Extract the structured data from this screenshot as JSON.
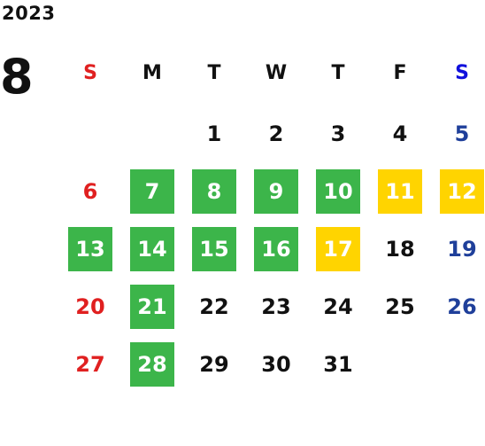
{
  "calendar": {
    "year": "2023",
    "month": "8",
    "weekdays": [
      "S",
      "M",
      "T",
      "W",
      "T",
      "F",
      "S"
    ],
    "colors": {
      "green": "#3cb54a",
      "yellow": "#ffd400",
      "sunday": "#e02020",
      "saturday": "#1f3f9a",
      "saturday_header": "#1010dd",
      "text": "#111111"
    },
    "weeks": [
      [
        {
          "day": "",
          "hl": ""
        },
        {
          "day": "",
          "hl": ""
        },
        {
          "day": "1",
          "hl": ""
        },
        {
          "day": "2",
          "hl": ""
        },
        {
          "day": "3",
          "hl": ""
        },
        {
          "day": "4",
          "hl": ""
        },
        {
          "day": "5",
          "hl": ""
        }
      ],
      [
        {
          "day": "6",
          "hl": ""
        },
        {
          "day": "7",
          "hl": "green"
        },
        {
          "day": "8",
          "hl": "green"
        },
        {
          "day": "9",
          "hl": "green"
        },
        {
          "day": "10",
          "hl": "green"
        },
        {
          "day": "11",
          "hl": "yellow"
        },
        {
          "day": "12",
          "hl": "yellow"
        }
      ],
      [
        {
          "day": "13",
          "hl": "green"
        },
        {
          "day": "14",
          "hl": "green"
        },
        {
          "day": "15",
          "hl": "green"
        },
        {
          "day": "16",
          "hl": "green"
        },
        {
          "day": "17",
          "hl": "yellow"
        },
        {
          "day": "18",
          "hl": ""
        },
        {
          "day": "19",
          "hl": ""
        }
      ],
      [
        {
          "day": "20",
          "hl": ""
        },
        {
          "day": "21",
          "hl": "green"
        },
        {
          "day": "22",
          "hl": ""
        },
        {
          "day": "23",
          "hl": ""
        },
        {
          "day": "24",
          "hl": ""
        },
        {
          "day": "25",
          "hl": ""
        },
        {
          "day": "26",
          "hl": ""
        }
      ],
      [
        {
          "day": "27",
          "hl": ""
        },
        {
          "day": "28",
          "hl": "green"
        },
        {
          "day": "29",
          "hl": ""
        },
        {
          "day": "30",
          "hl": ""
        },
        {
          "day": "31",
          "hl": ""
        },
        {
          "day": "",
          "hl": ""
        },
        {
          "day": "",
          "hl": ""
        }
      ]
    ]
  }
}
